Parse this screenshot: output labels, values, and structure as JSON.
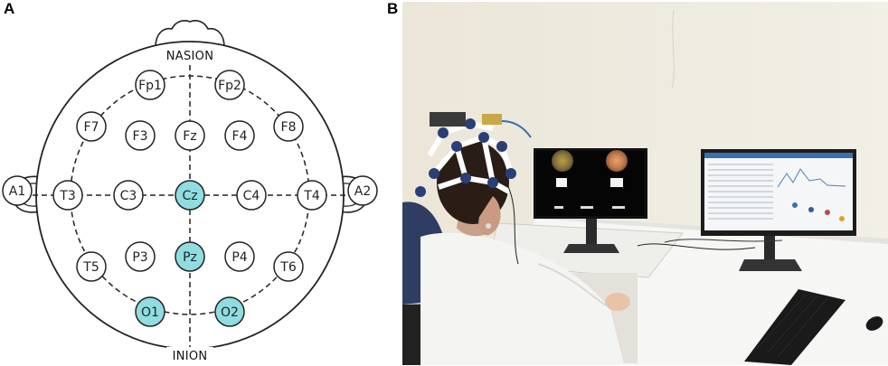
{
  "panels": {
    "a": "A",
    "b": "B"
  },
  "landmarks": {
    "top": "NASION",
    "bottom": "INION"
  },
  "colors": {
    "highlight": "#8fdde0",
    "normal": "#ffffff",
    "stroke": "#222222"
  },
  "electrodes": [
    {
      "label": "Fp1",
      "highlight": false
    },
    {
      "label": "Fp2",
      "highlight": false
    },
    {
      "label": "F7",
      "highlight": false
    },
    {
      "label": "F3",
      "highlight": false
    },
    {
      "label": "Fz",
      "highlight": false
    },
    {
      "label": "F4",
      "highlight": false
    },
    {
      "label": "F8",
      "highlight": false
    },
    {
      "label": "A1",
      "highlight": false
    },
    {
      "label": "T3",
      "highlight": false
    },
    {
      "label": "C3",
      "highlight": false
    },
    {
      "label": "Cz",
      "highlight": true
    },
    {
      "label": "C4",
      "highlight": false
    },
    {
      "label": "T4",
      "highlight": false
    },
    {
      "label": "A2",
      "highlight": false
    },
    {
      "label": "T5",
      "highlight": false
    },
    {
      "label": "P3",
      "highlight": false
    },
    {
      "label": "Pz",
      "highlight": true
    },
    {
      "label": "P4",
      "highlight": false
    },
    {
      "label": "T6",
      "highlight": false
    },
    {
      "label": "O1",
      "highlight": true
    },
    {
      "label": "O2",
      "highlight": true
    }
  ]
}
